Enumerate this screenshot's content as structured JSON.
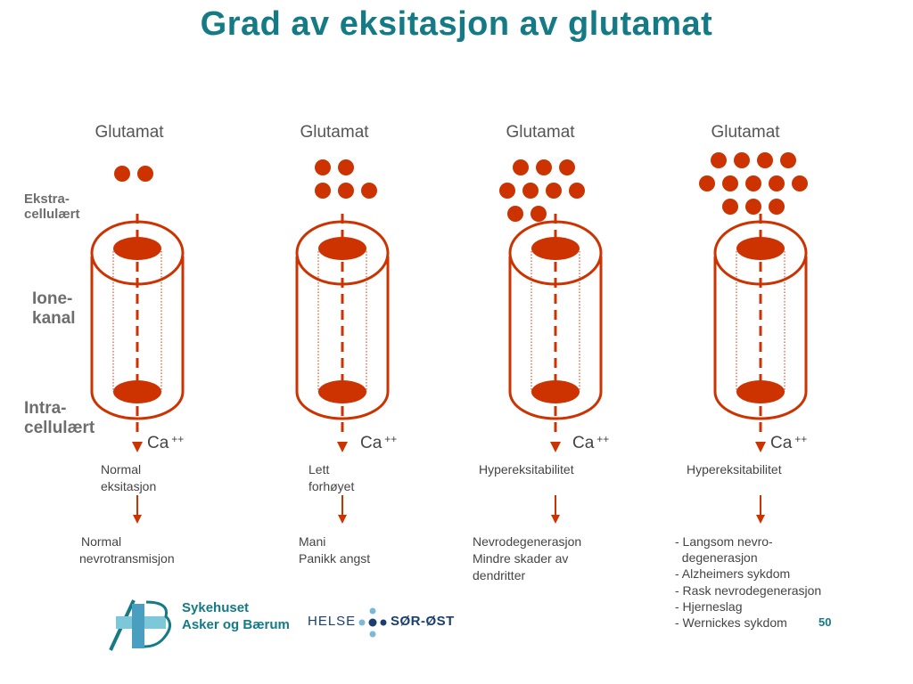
{
  "title": "Grad av eksitasjon av glutamat",
  "side_labels": {
    "extra": [
      "Ekstra-",
      "cellulært"
    ],
    "ion": [
      "Ione-",
      "kanal"
    ],
    "intra": [
      "Intra-",
      "cellulært"
    ]
  },
  "colors": {
    "title": "#137a86",
    "channel": "#cc3300",
    "glutamate": "#cc3300",
    "arrow": "#cc3300"
  },
  "columns": [
    {
      "glutamate_label": "Glutamat",
      "glutamate_count": 2,
      "ca_label": "Ca",
      "ca_charge": "++",
      "effect": [
        "Normal",
        "eksitasjon"
      ],
      "outcome": [
        "Normal",
        "nevrotransmisjon"
      ]
    },
    {
      "glutamate_label": "Glutamat",
      "glutamate_count": 5,
      "ca_label": "Ca",
      "ca_charge": "++",
      "effect": [
        "Lett",
        "forhøyet"
      ],
      "outcome": [
        "Mani",
        "Panikk angst"
      ]
    },
    {
      "glutamate_label": "Glutamat",
      "glutamate_count": 9,
      "ca_label": "Ca",
      "ca_charge": "++",
      "effect": [
        "Hypereksitabilitet"
      ],
      "outcome": [
        "Nevrodegenerasjon",
        "Mindre skader av",
        "dendritter"
      ]
    },
    {
      "glutamate_label": "Glutamat",
      "glutamate_count": 12,
      "ca_label": "Ca",
      "ca_charge": "++",
      "effect": [
        "Hypereksitabilitet"
      ],
      "outcome": [
        "- Langsom nevro-",
        "  degenerasjon",
        "- Alzheimers sykdom",
        "- Rask nevrodegenerasjon",
        "- Hjerneslag",
        "- Wernickes sykdom"
      ]
    }
  ],
  "page_number": "50",
  "logos": {
    "hospital": [
      "Sykehuset",
      "Asker og Bærum"
    ],
    "helse_left": "HELSE",
    "helse_right": "SØR-ØST"
  }
}
